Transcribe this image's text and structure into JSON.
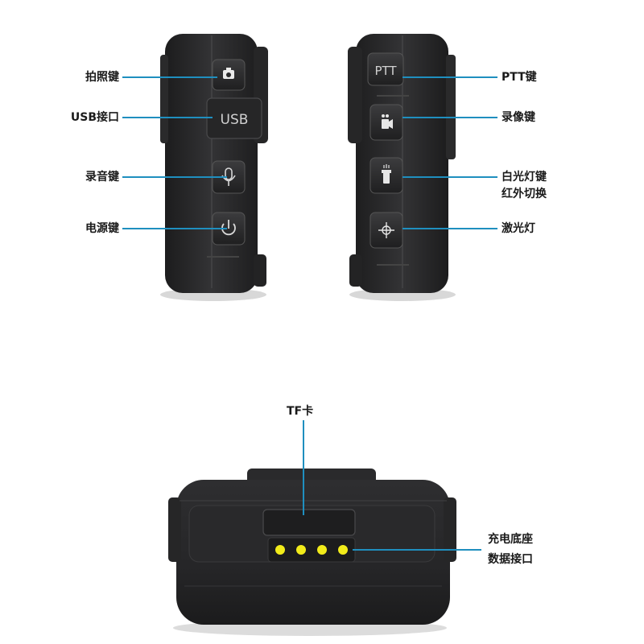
{
  "colors": {
    "leader_line": "#1f8fbf",
    "pin": "#f2ec1a",
    "device_body": "#2a2a2b"
  },
  "left_side_view": {
    "labels": {
      "photo_key": "拍照键",
      "usb_port": "USB接口",
      "record_audio_key": "录音键",
      "power_key": "电源键"
    },
    "buttons": {
      "usb_text": "USB"
    },
    "icons": [
      "camera-icon",
      "microphone-icon",
      "power-icon"
    ]
  },
  "right_side_view": {
    "labels": {
      "ptt_key": "PTT键",
      "video_key": "录像键",
      "flashlight_key_line1": "白光灯键",
      "flashlight_key_line2": "红外切换",
      "laser_light": "激光灯"
    },
    "buttons": {
      "ptt_text": "PTT"
    },
    "icons": [
      "video-camera-icon",
      "flashlight-icon",
      "laser-crosshair-icon"
    ]
  },
  "bottom_view": {
    "labels": {
      "tf_card": "TF卡",
      "charging_line1": "充电底座",
      "charging_line2": "数据接口"
    },
    "pin_count": 4
  }
}
